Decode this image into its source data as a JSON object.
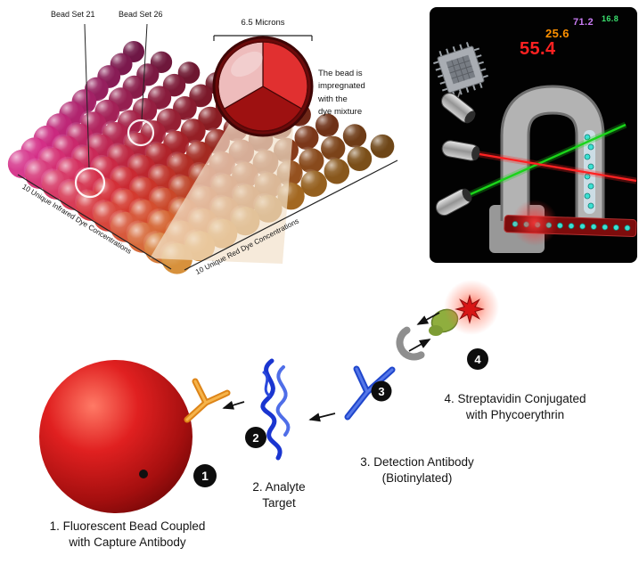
{
  "bead_panel": {
    "bead_set_21": "Bead Set 21",
    "bead_set_26": "Bead Set 26",
    "micron_label": "6.5 Microns",
    "impregnated_note": "The bead is\nimpregnated\nwith the\ndye mixture",
    "axis_infrared": "10 Unique Infrared Dye Concentrations",
    "axis_red": "10 Unique Red Dye Concentrations"
  },
  "detector_panel": {
    "readout_red": "55.4",
    "readout_orange": "25.6",
    "readout_purple": "71.2",
    "readout_green": "16.8",
    "colors": {
      "red": "#ff2121",
      "orange": "#ff9100",
      "purple": "#c87bf2",
      "green": "#3ae06e",
      "laser_red": "#ff2222",
      "laser_green": "#1ad41a",
      "bead_cyan": "#3be0d2"
    }
  },
  "assay_panel": {
    "steps": [
      {
        "num": "1",
        "label": "1. Fluorescent Bead Coupled\nwith Capture Antibody"
      },
      {
        "num": "2",
        "label": "2. Analyte\nTarget"
      },
      {
        "num": "3",
        "label": "3. Detection Antibody\n(Biotinylated)"
      },
      {
        "num": "4",
        "label": "4. Streptavidin Conjugated\nwith Phycoerythrin"
      }
    ]
  }
}
